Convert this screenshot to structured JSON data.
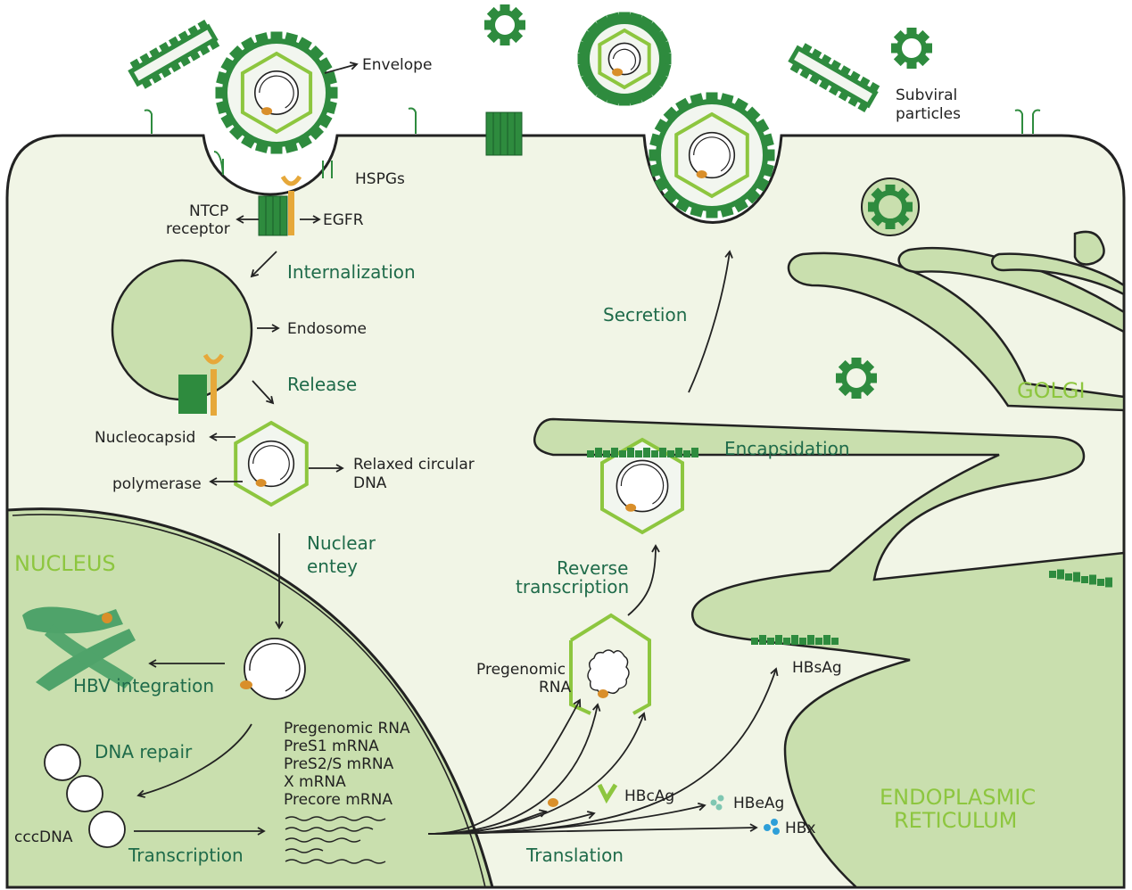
{
  "colors": {
    "cytoplasm": "#f1f5e6",
    "nucleus": "#c9dfae",
    "organelle": "#c9dfae",
    "dark_green": "#2e8b3e",
    "light_green": "#8dc63f",
    "capsid_fill": "#f2f6ef",
    "orange": "#d98f2a",
    "text_dark": "#222222",
    "text_process": "#1f6b4a"
  },
  "labels": {
    "envelope": "Envelope",
    "subviral_1": "Subviral",
    "subviral_2": "particles",
    "hspgs": "HSPGs",
    "ntcp_1": "NTCP",
    "ntcp_2": "receptor",
    "egfr": "EGFR",
    "internalization": "Internalization",
    "endosome": "Endosome",
    "release": "Release",
    "nucleocapsid": "Nucleocapsid",
    "polymerase": "polymerase",
    "rcdna_1": "Relaxed circular",
    "rcdna_2": "DNA",
    "nuclear_entry_1": "Nuclear",
    "nuclear_entry_2": "entey",
    "nucleus": "NUCLEUS",
    "hbv_integration": "HBV integration",
    "dna_repair": "DNA repair",
    "cccdna": "cccDNA",
    "transcription": "Transcription",
    "transcripts": [
      "Pregenomic RNA",
      "PreS1 mRNA",
      "PreS2/S mRNA",
      "X mRNA",
      "Precore mRNA"
    ],
    "translation": "Translation",
    "pregenomic_1": "Pregenomic",
    "pregenomic_2": "RNA",
    "hbcag": "HBcAg",
    "hbeag": "HBeAg",
    "hbx": "HBx",
    "hbsag": "HBsAg",
    "reverse_tx_1": "Reverse",
    "reverse_tx_2": "transcription",
    "encapsidation": "Encapsidation",
    "secretion": "Secretion",
    "golgi": "GOLGI",
    "er_1": "ENDOPLASMIC",
    "er_2": "RETICULUM"
  }
}
